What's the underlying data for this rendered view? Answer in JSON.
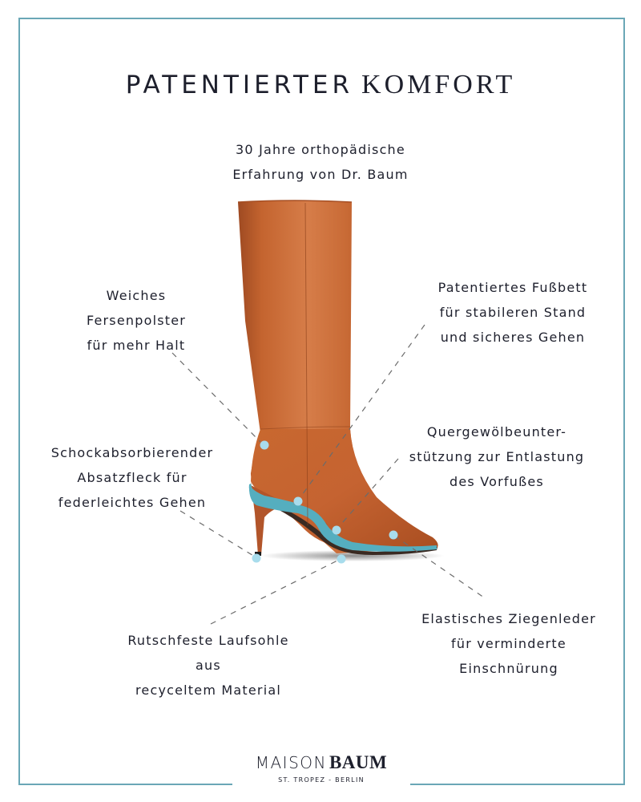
{
  "title": {
    "part1": "PATENTIERTER",
    "part2": "KOMFORT"
  },
  "labels": {
    "experience": [
      "30 Jahre orthopädische",
      "Erfahrung von Dr. Baum"
    ],
    "heel_pad": [
      "Weiches",
      "Fersenpolster",
      "für mehr Halt"
    ],
    "footbed": [
      "Patentiertes Fußbett",
      "für stabileren Stand",
      "und sicheres Gehen"
    ],
    "shock_absorbing": [
      "Schockabsorbierender",
      "Absatzfleck für",
      "federleichtes Gehen"
    ],
    "arch_support": [
      "Quergewölbeunter-",
      "stützung zur Entlastung",
      "des Vorfußes"
    ],
    "outsole": [
      "Rutschfeste Laufsohle",
      "aus",
      "recyceltem Material"
    ],
    "leather": [
      "Elastisches Ziegenleder",
      "für verminderte",
      "Einschnürung"
    ]
  },
  "logo": {
    "name_light": "MAISON",
    "name_bold": "BAUM",
    "tagline": "ST. TROPEZ - BERLIN"
  },
  "colors": {
    "frame": "#6aa7b6",
    "text": "#1d1f2c",
    "leather": "#c0622f",
    "insole": "#55aebf",
    "marker_dot": "#a8dcec",
    "dash_line": "#6b6b6b"
  },
  "icons": {
    "marker": "dot-marker-icon",
    "product": "knee-high-boot-illustration"
  }
}
